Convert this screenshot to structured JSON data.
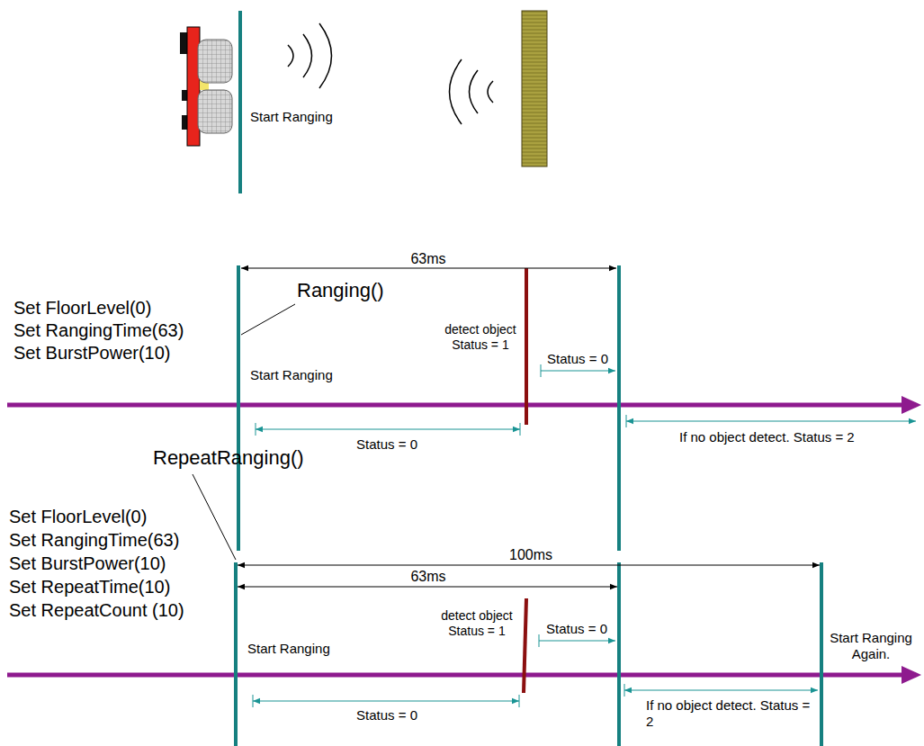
{
  "diagram": {
    "labels": [
      "Start Ranging",
      "63ms",
      "Set FloorLevel(0)",
      "Set RangingTime(63)",
      "Set BurstPower(10)",
      "Ranging()",
      "detect object Status = 1",
      "Status = 0",
      "Start Ranging",
      "Status = 0",
      "If no object detect. Status = 2",
      "RepeatRanging()",
      "Set FloorLevel(0)",
      "Set RangingTime(63)",
      "Set BurstPower(10)",
      "Set RepeatTime(10)",
      "Set RepeatCount (10)",
      "100ms",
      "63ms",
      "detect object Status = 1",
      "Status = 0",
      "Start Ranging",
      "Start Ranging Again.",
      "If no object detect. Status = 2",
      "Status = 0"
    ]
  }
}
